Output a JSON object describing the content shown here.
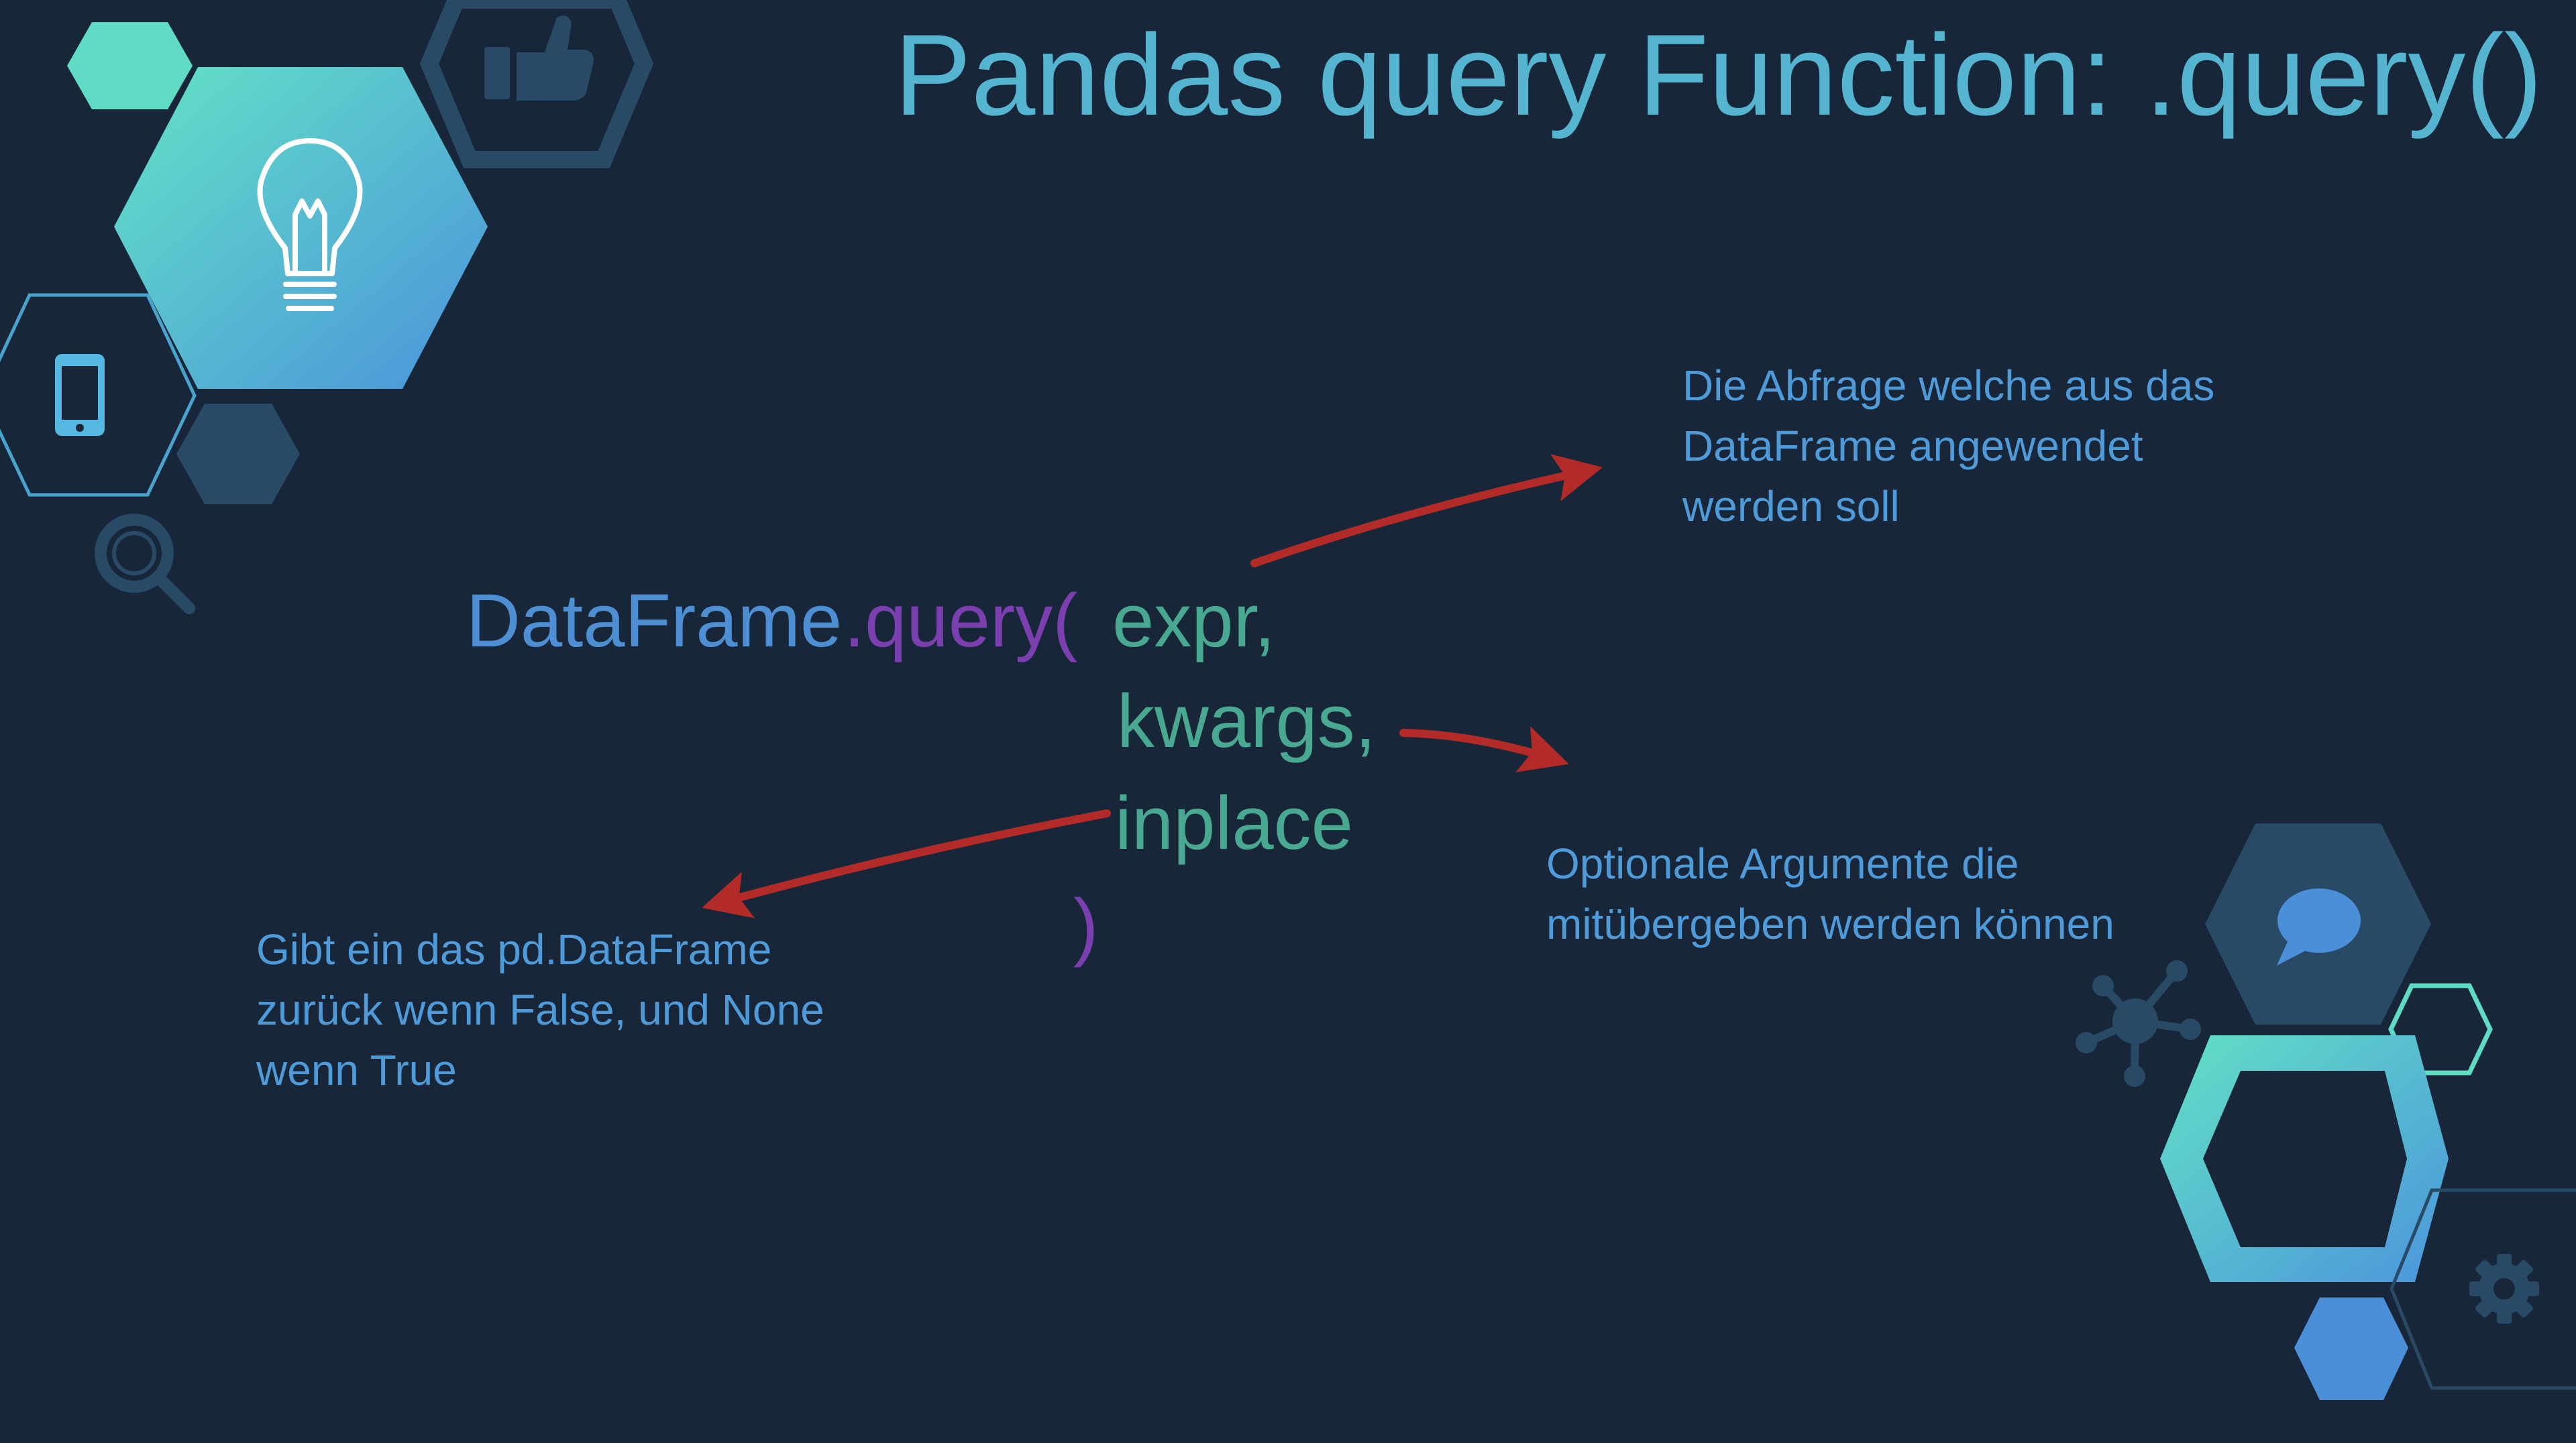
{
  "title": "Pandas query Function: .query()",
  "code": {
    "object": "DataFrame",
    "method": ".query(",
    "params": [
      "expr,",
      "kwargs,",
      "inplace"
    ],
    "close": ")"
  },
  "notes": {
    "expr": [
      "Die Abfrage welche aus das",
      "DataFrame angewendet",
      "werden soll"
    ],
    "kwargs": [
      "Optionale Argumente die",
      "mitübergeben werden können"
    ],
    "inplace": [
      "Gibt ein das pd.DataFrame",
      "zurück wenn False, und None",
      "wenn True"
    ]
  },
  "colors": {
    "background": "#172739",
    "title": "#55b4d0",
    "object": "#4e8fd4",
    "method": "#7b3fb0",
    "params": "#48a890",
    "notes": "#4f9ad8",
    "arrows": "#b22b28",
    "hex_teal": "#5fdcc3",
    "hex_blue": "#4a8fd8",
    "hex_dark": "#294a66"
  },
  "icons": [
    "lightbulb-icon",
    "thumbs-up-icon",
    "phone-icon",
    "search-icon",
    "chat-bubble-icon",
    "network-icon",
    "gear-icon"
  ]
}
